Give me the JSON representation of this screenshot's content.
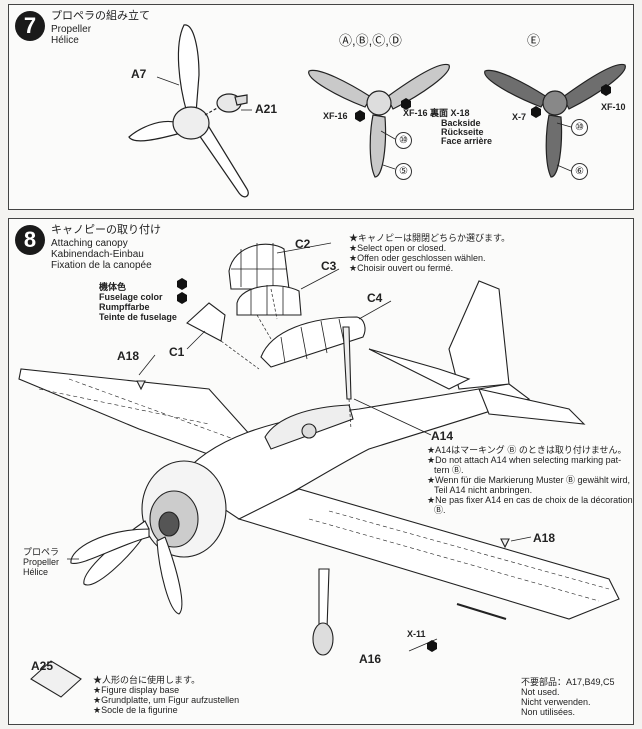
{
  "step7": {
    "number": "7",
    "title_jp": "プロペラの組み立て",
    "title_en": "Propeller",
    "title_fr": "Hélice",
    "parts": {
      "a7": "A7",
      "a21": "A21"
    },
    "variant_abcd": "Ⓐ,Ⓑ,Ⓒ,Ⓓ",
    "variant_e": "Ⓔ",
    "callouts": {
      "xf16_left": "XF-16",
      "xf16_back": "XF-16 裏面  X-18",
      "backside": "Backside",
      "rueckseite": "Rückseite",
      "face": "Face arrière",
      "x7": "X-7",
      "xf10": "XF-10",
      "n10a": "⑩",
      "n5": "⑤",
      "n10b": "⑩",
      "n6": "⑥"
    }
  },
  "step8": {
    "number": "8",
    "title_jp": "キャノピーの取り付け",
    "title_en": "Attaching canopy",
    "title_de": "Kabinendach-Einbau",
    "title_fr": "Fixation de la canopée",
    "canopy_note": [
      "★キャノピーは開閉どちらか選びます。",
      "★Select open or closed.",
      "★Offen oder geschlossen wählen.",
      "★Choisir ouvert ou fermé."
    ],
    "fuselage_color": [
      "機体色",
      "Fuselage color",
      "Rumpffarbe",
      "Teinte de fuselage"
    ],
    "parts": {
      "c1": "C1",
      "c2": "C2",
      "c3": "C3",
      "c4": "C4",
      "a14": "A14",
      "a16": "A16",
      "a18_left": "A18",
      "a18_right": "A18",
      "a25": "A25"
    },
    "a14_note": [
      "★A14はマーキング Ⓑ のときは取り付けません。",
      "★Do not attach A14 when selecting marking pat-",
      "tern Ⓑ.",
      "★Wenn für die Markierung Muster Ⓑ gewählt wird,",
      "Teil A14 nicht anbringen.",
      "★Ne pas fixer A14 en cas de choix de la décoration",
      "Ⓑ."
    ],
    "propeller_label": [
      "プロペラ",
      "Propeller",
      "Hélice"
    ],
    "x11": "X-11",
    "base_note": [
      "★人形の台に使用します。",
      "★Figure display base",
      "★Grundplatte, um Figur aufzustellen",
      "★Socle de la figurine"
    ],
    "unused": [
      "不要部品：A17,B49,C5",
      "Not used.",
      "Nicht verwenden.",
      "Non utilisées."
    ]
  }
}
